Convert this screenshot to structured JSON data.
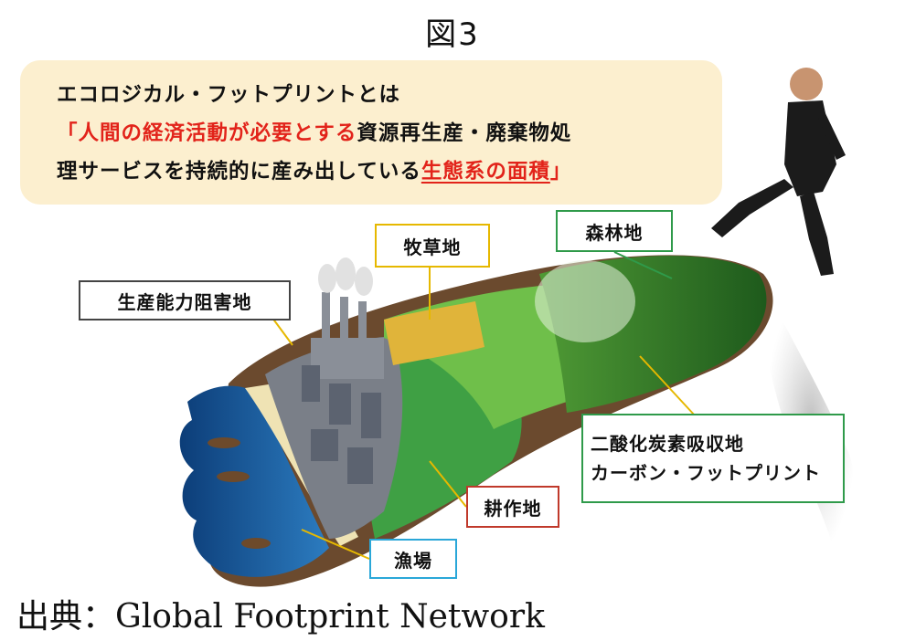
{
  "figure": {
    "title": "図3"
  },
  "definition": {
    "line1": "エコロジカル・フットプリントとは",
    "line2_red": "「人間の経済活動が必要とする",
    "line2_rest": "資源再生産・廃棄物処",
    "line3_rest": "理サービスを持続的に産み出している",
    "line3_red": "生態系の面積",
    "line3_end": "」"
  },
  "labels": {
    "bokuso": "牧草地",
    "shinrin": "森林地",
    "seisan": "生産能力阻害地",
    "nisanka_1": "二酸化炭素吸収地",
    "nisanka_2": "カーボン・フットプリント",
    "kosaku": "耕作地",
    "gyojo": "漁場"
  },
  "source": "出典：Global Footprint Network",
  "colors": {
    "definition_bg": "#fcefcf",
    "emphasis": "#e2231a",
    "pasture_border": "#e6b800",
    "forest_border": "#2f9a4a",
    "cropland_border": "#c0392b",
    "fishing_border": "#2aa7d8"
  }
}
